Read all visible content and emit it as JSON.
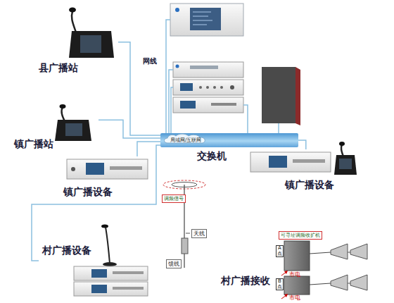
{
  "diagram": {
    "nodes": [
      {
        "text": [
          "县广播站"
        ]
      },
      {
        "text": [
          "局域网/互联网",
          "交换机"
        ]
      },
      {
        "text": [
          "镇广播站"
        ]
      },
      {
        "text": [
          "镇广播设备"
        ]
      },
      {
        "text": [
          "镇广播设备"
        ]
      },
      {
        "text": [
          "村广播设备"
        ]
      },
      {
        "text": [
          "A点"
        ]
      },
      {
        "text": [
          "B点"
        ]
      }
    ],
    "edges": [
      {
        "from": 0,
        "to": 1,
        "arrow": "none"
      },
      {
        "from": 2,
        "to": 1,
        "arrow": "none"
      },
      {
        "from": 3,
        "to": 1,
        "arrow": "none"
      },
      {
        "from": 4,
        "to": 1,
        "arrow": "none"
      },
      {
        "from": 5,
        "to": 1,
        "arrow": "none"
      }
    ],
    "labels": [
      "网线",
      "调频信号",
      "天线",
      "馈线",
      "可寻址调频收扩机",
      "村广播接收",
      "市电",
      "市电"
    ]
  }
}
